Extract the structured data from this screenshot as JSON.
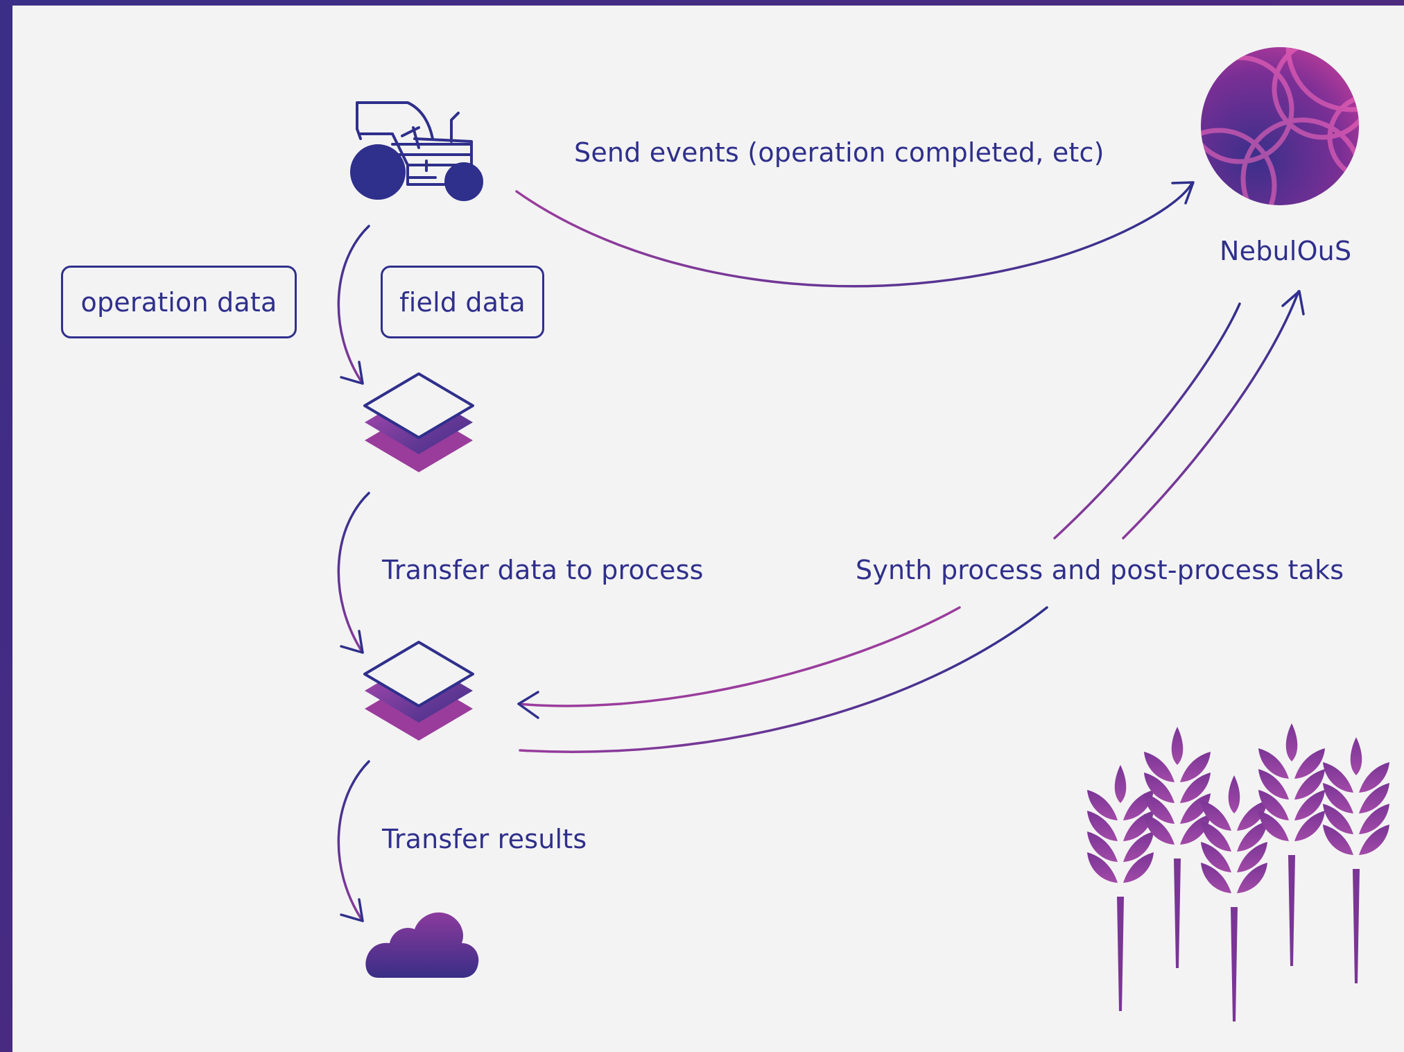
{
  "labels": {
    "send_events": "Send events (operation completed, etc)",
    "nebulous": "NebulOuS",
    "operation_data": "operation data",
    "field_data": "field data",
    "transfer_data": "Transfer data to process",
    "synth_process": "Synth process and post-process taks",
    "transfer_results": "Transfer results"
  },
  "icons": [
    "tractor-icon",
    "nebulous-logo-icon",
    "data-layers-icon",
    "data-layers-icon",
    "cloud-icon",
    "wheat-icon"
  ],
  "colors": {
    "navy": "#2f2f8c",
    "purple": "#8a3a9a",
    "magenta": "#b04ab0",
    "background": "#f3f3f3"
  }
}
